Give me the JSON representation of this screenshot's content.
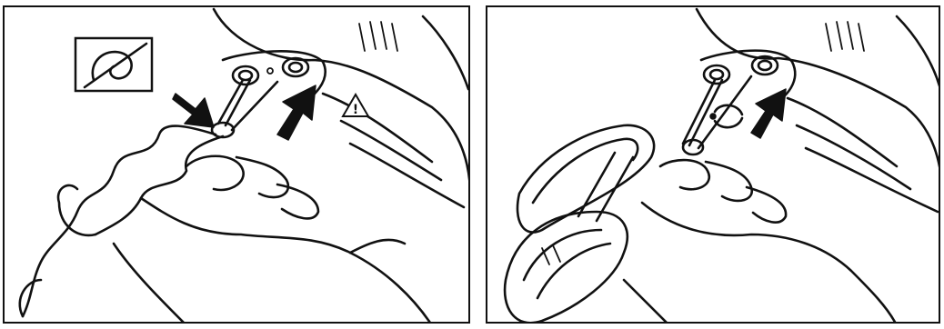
{
  "panels": [
    {
      "id": "insert-dough-hook",
      "contents": [
        "dough-hook",
        "hand",
        "mixer-body",
        "socket-pair",
        "insert-arrow",
        "lock-arrow",
        "warning-triangle",
        "dough-hook-symbol"
      ]
    },
    {
      "id": "insert-beater",
      "contents": [
        "beater",
        "hand",
        "mixer-body",
        "socket-pair",
        "insert-arrow",
        "rotate-indicator"
      ]
    }
  ],
  "symbols": {
    "warning": "!"
  },
  "colors": {
    "ink": "#111111",
    "paper": "#ffffff"
  }
}
